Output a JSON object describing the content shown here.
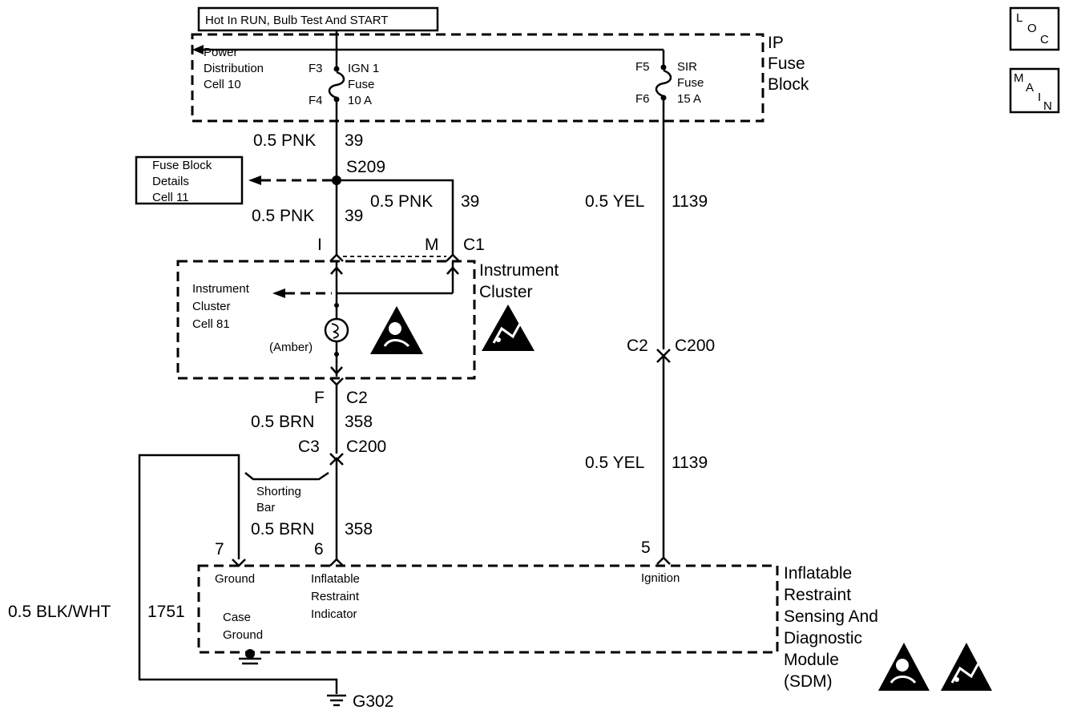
{
  "header_box": "Hot In RUN, Bulb Test And START",
  "nav": {
    "loc": [
      "L",
      "O",
      "C"
    ],
    "main": [
      "M",
      "A",
      "I",
      "N"
    ]
  },
  "ip_fuse_block": {
    "label": [
      "IP",
      "Fuse",
      "Block"
    ],
    "power_dist": [
      "Power",
      "Distribution",
      "Cell 10"
    ],
    "ign_fuse": {
      "top_pin": "F3",
      "bottom_pin": "F4",
      "label": [
        "IGN 1",
        "Fuse",
        "10 A"
      ]
    },
    "sir_fuse": {
      "top_pin": "F5",
      "bottom_pin": "F6",
      "label": [
        "SIR",
        "Fuse",
        "15 A"
      ]
    }
  },
  "fuse_block_details": [
    "Fuse Block",
    "Details",
    "Cell 11"
  ],
  "splice": "S209",
  "wires": {
    "pnk_top": {
      "gauge": "0.5 PNK",
      "circuit": "39"
    },
    "pnk_left": {
      "gauge": "0.5 PNK",
      "circuit": "39"
    },
    "pnk_right": {
      "gauge": "0.5 PNK",
      "circuit": "39"
    },
    "yel_upper": {
      "gauge": "0.5 YEL",
      "circuit": "1139"
    },
    "yel_lower": {
      "gauge": "0.5 YEL",
      "circuit": "1139"
    },
    "brn_upper": {
      "gauge": "0.5 BRN",
      "circuit": "358"
    },
    "brn_lower": {
      "gauge": "0.5 BRN",
      "circuit": "358"
    },
    "blk_wht": {
      "gauge": "0.5 BLK/WHT",
      "circuit": "1751"
    }
  },
  "instrument_cluster": {
    "label": [
      "Instrument",
      "Cluster"
    ],
    "cell_ref": [
      "Instrument",
      "Cluster",
      "Cell 81"
    ],
    "bulb_color": "(Amber)",
    "connector_c1": {
      "name": "C1",
      "pin_i": "I",
      "pin_m": "M"
    },
    "connector_c2": {
      "name": "C2",
      "pin": "F"
    }
  },
  "c200_left": {
    "pin": "C3",
    "name": "C200"
  },
  "c200_right": {
    "pin": "C2",
    "name": "C200"
  },
  "shorting_bar": [
    "Shorting",
    "Bar"
  ],
  "sdm": {
    "label": [
      "Inflatable",
      "Restraint",
      "Sensing And",
      "Diagnostic",
      "Module",
      "(SDM)"
    ],
    "pin7": {
      "num": "7",
      "name": "Ground"
    },
    "pin6": {
      "num": "6",
      "name": [
        "Inflatable",
        "Restraint",
        "Indicator"
      ]
    },
    "pin5": {
      "num": "5",
      "name": "Ignition"
    },
    "case_ground": [
      "Case",
      "Ground"
    ]
  },
  "ground": "G302",
  "icons": [
    "esd-warning-icon",
    "airbag-warning-icon",
    "ground-symbol-icon",
    "bulb-icon"
  ]
}
